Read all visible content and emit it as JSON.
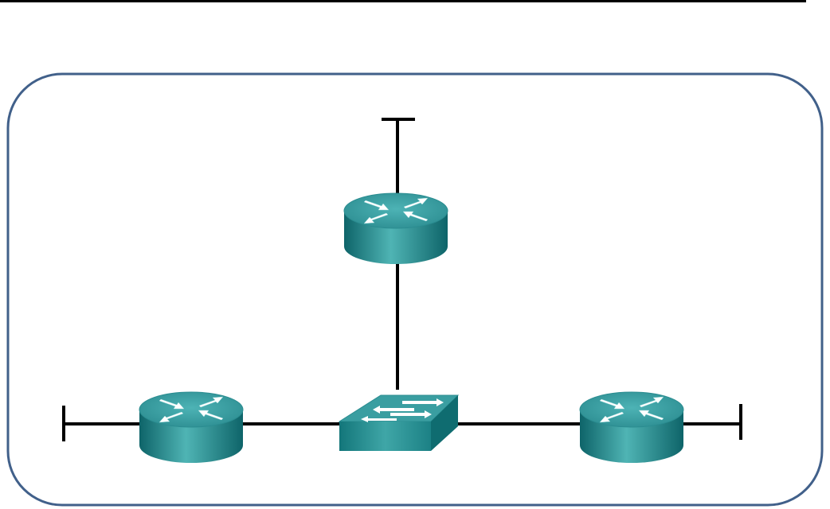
{
  "diagram": {
    "type": "network-topology",
    "colors": {
      "header_rule": "#000000",
      "frame_border": "#41608A",
      "link": "#000000",
      "device_top": "#3FA3A5",
      "device_side_light": "#4FB3B3",
      "device_side_dark": "#116B70",
      "device_arrow": "#FFFFFF"
    },
    "devices": [
      {
        "id": "router-top",
        "kind": "router",
        "icon": "router-icon"
      },
      {
        "id": "router-left",
        "kind": "router",
        "icon": "router-icon"
      },
      {
        "id": "switch-center",
        "kind": "switch",
        "icon": "switch-icon"
      },
      {
        "id": "router-right",
        "kind": "router",
        "icon": "router-icon"
      }
    ],
    "links": [
      {
        "from": "router-top",
        "to": "switch-center"
      },
      {
        "from": "router-left",
        "to": "switch-center"
      },
      {
        "from": "switch-center",
        "to": "router-right"
      }
    ],
    "stub_networks": [
      {
        "attached_to": "router-top"
      },
      {
        "attached_to": "router-left"
      },
      {
        "attached_to": "router-right"
      }
    ]
  }
}
